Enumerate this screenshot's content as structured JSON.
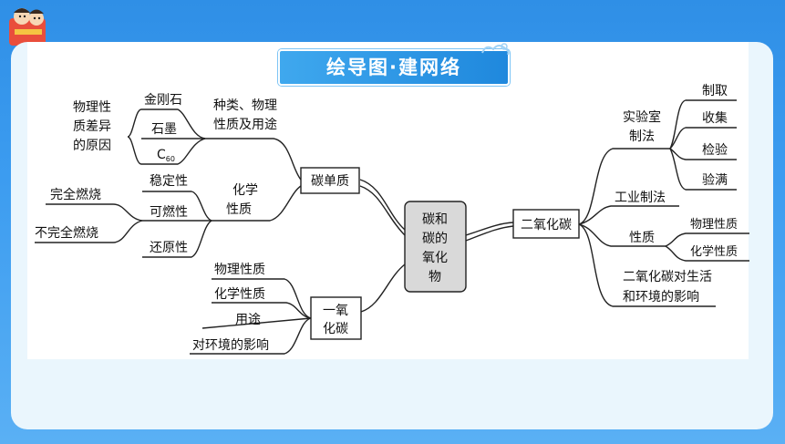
{
  "banner": {
    "title": "绘导图·建网络"
  },
  "center": {
    "lines": [
      "碳和",
      "碳的",
      "氧化",
      "物"
    ]
  },
  "carbon_element": {
    "title": "碳单质",
    "group_a_label_line1": "种类、物理",
    "group_a_label_line2": "性质及用途",
    "types": {
      "diamond": "金刚石",
      "graphite": "石墨",
      "c60_base": "C",
      "c60_sub": "60"
    },
    "reason_line1": "物理性",
    "reason_line2": "质差异",
    "reason_line3": "的原因",
    "group_b_label_line1": "化学",
    "group_b_label_line2": "性质",
    "chem_props": [
      "稳定性",
      "可燃性",
      "还原性"
    ],
    "combustion": [
      "完全燃烧",
      "不完全燃烧"
    ]
  },
  "co": {
    "title_line1": "一氧",
    "title_line2": "化碳",
    "items": [
      "物理性质",
      "化学性质",
      "用途",
      "对环境的影响"
    ]
  },
  "co2": {
    "title": "二氧化碳",
    "lab_line1": "实验室",
    "lab_line2": "制法",
    "lab_items": [
      "制取",
      "收集",
      "检验",
      "验满"
    ],
    "industrial": "工业制法",
    "properties": "性质",
    "property_items": [
      "物理性质",
      "化学性质"
    ],
    "impact_line1": "二氧化碳对生活",
    "impact_line2": "和环境的影响"
  },
  "colors": {
    "background": "#3c9cf0",
    "panel": "#eaf6fd",
    "banner": "#2a96e6",
    "center_box": "#d9d9d9",
    "line": "#222222"
  }
}
